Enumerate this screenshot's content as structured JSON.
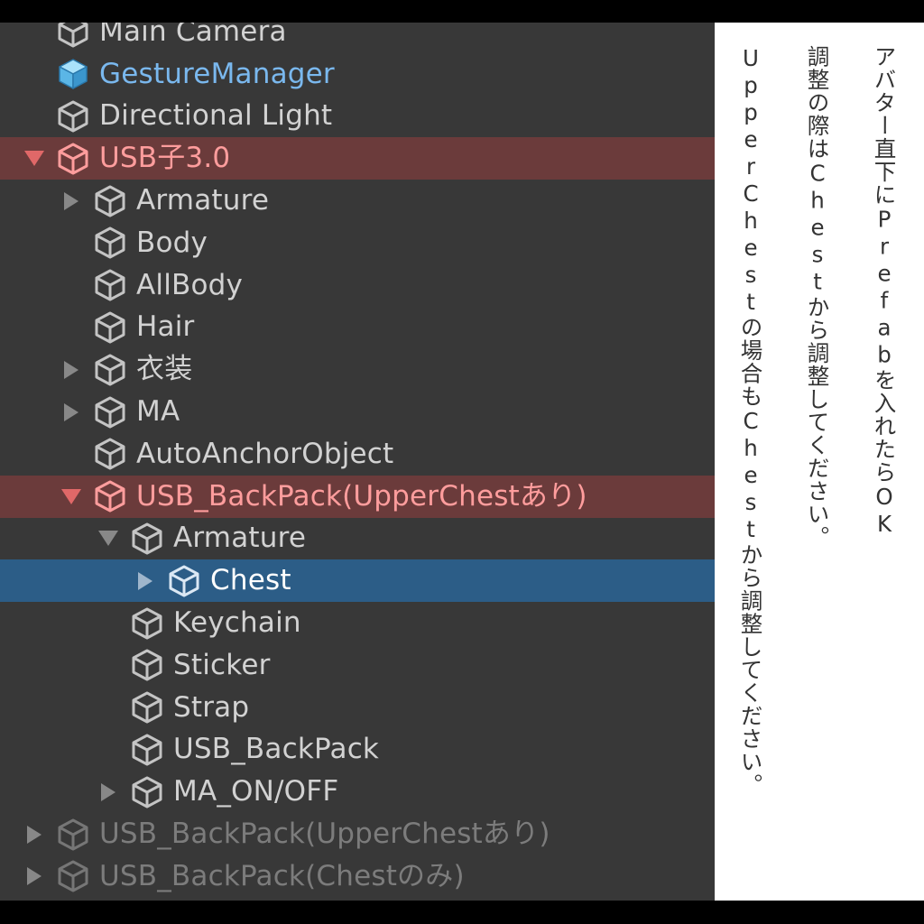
{
  "hierarchy": {
    "rows": [
      {
        "label": "Main Camera",
        "depth": 0,
        "arrow": "none",
        "state": "normal"
      },
      {
        "label": "GestureManager",
        "depth": 0,
        "arrow": "none",
        "state": "blue-text",
        "icon_color": "#6ec6f2"
      },
      {
        "label": "Directional Light",
        "depth": 0,
        "arrow": "none",
        "state": "normal"
      },
      {
        "label": "USB子3.0",
        "depth": 0,
        "arrow": "expanded",
        "state": "red-selected"
      },
      {
        "label": "Armature",
        "depth": 1,
        "arrow": "collapsed",
        "state": "normal"
      },
      {
        "label": "Body",
        "depth": 1,
        "arrow": "none",
        "state": "normal"
      },
      {
        "label": "AllBody",
        "depth": 1,
        "arrow": "none",
        "state": "normal"
      },
      {
        "label": "Hair",
        "depth": 1,
        "arrow": "none",
        "state": "normal"
      },
      {
        "label": "衣装",
        "depth": 1,
        "arrow": "collapsed",
        "state": "normal"
      },
      {
        "label": "MA",
        "depth": 1,
        "arrow": "collapsed",
        "state": "normal"
      },
      {
        "label": "AutoAnchorObject",
        "depth": 1,
        "arrow": "none",
        "state": "normal"
      },
      {
        "label": "USB_BackPack(UpperChestあり)",
        "depth": 1,
        "arrow": "expanded",
        "state": "red-selected"
      },
      {
        "label": "Armature",
        "depth": 2,
        "arrow": "expanded",
        "state": "normal"
      },
      {
        "label": "Chest",
        "depth": 3,
        "arrow": "collapsed",
        "state": "blue-selected"
      },
      {
        "label": "Keychain",
        "depth": 2,
        "arrow": "none",
        "state": "normal"
      },
      {
        "label": "Sticker",
        "depth": 2,
        "arrow": "none",
        "state": "normal"
      },
      {
        "label": "Strap",
        "depth": 2,
        "arrow": "none",
        "state": "normal"
      },
      {
        "label": "USB_BackPack",
        "depth": 2,
        "arrow": "none",
        "state": "normal"
      },
      {
        "label": "MA_ON/OFF",
        "depth": 2,
        "arrow": "collapsed",
        "state": "normal"
      },
      {
        "label": "USB_BackPack(UpperChestあり)",
        "depth": 0,
        "arrow": "collapsed",
        "state": "inactive"
      },
      {
        "label": "USB_BackPack(Chestのみ)",
        "depth": 0,
        "arrow": "collapsed",
        "state": "inactive"
      }
    ]
  },
  "note": {
    "line1": "アバター直下にPrefabを入れたらOK",
    "line2": "調整の際はChestから調整してください。",
    "line3": "UpperChestの場合もChestから調整してください。"
  },
  "colors": {
    "panel_bg": "#383838",
    "red_selection": "#6b3b3b",
    "blue_selection": "#2c5d87",
    "red_text": "#ff9d9d",
    "blue_text": "#7ab8ee",
    "note_bg": "#ffffff"
  }
}
